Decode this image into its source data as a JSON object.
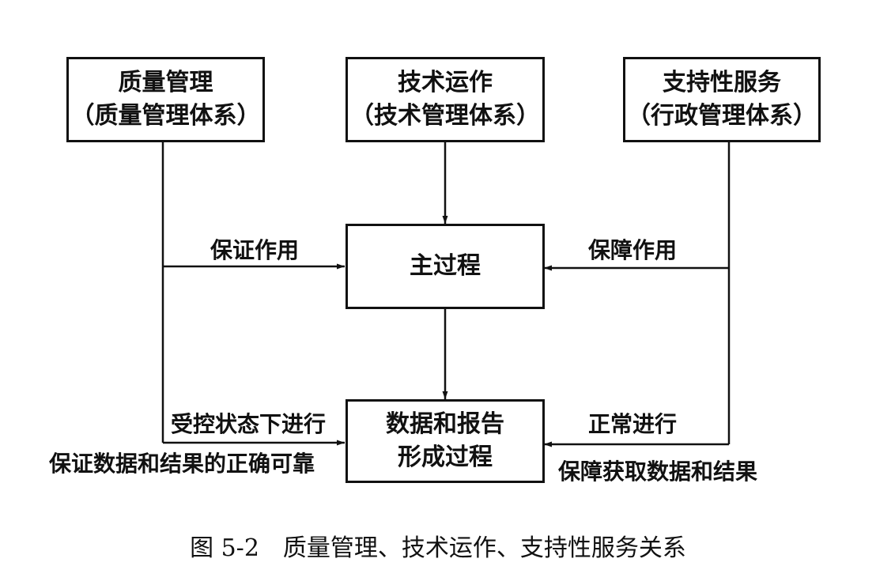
{
  "boxes": {
    "quality": {
      "line1": "质量管理",
      "line2": "（质量管理体系）"
    },
    "technical": {
      "line1": "技术运作",
      "line2": "（技术管理体系）"
    },
    "support": {
      "line1": "支持性服务",
      "line2": "（行政管理体系）"
    },
    "main_process": {
      "line1": "主过程"
    },
    "data_report": {
      "line1": "数据和报告",
      "line2": "形成过程"
    }
  },
  "labels": {
    "assurance": "保证作用",
    "guarantee": "保障作用",
    "controlled": "受控状态下进行",
    "correct_reliable": "保证数据和结果的正确可靠",
    "normal": "正常进行",
    "obtain": "保障获取数据和结果"
  },
  "caption": "图 5-2　质量管理、技术运作、支持性服务关系"
}
